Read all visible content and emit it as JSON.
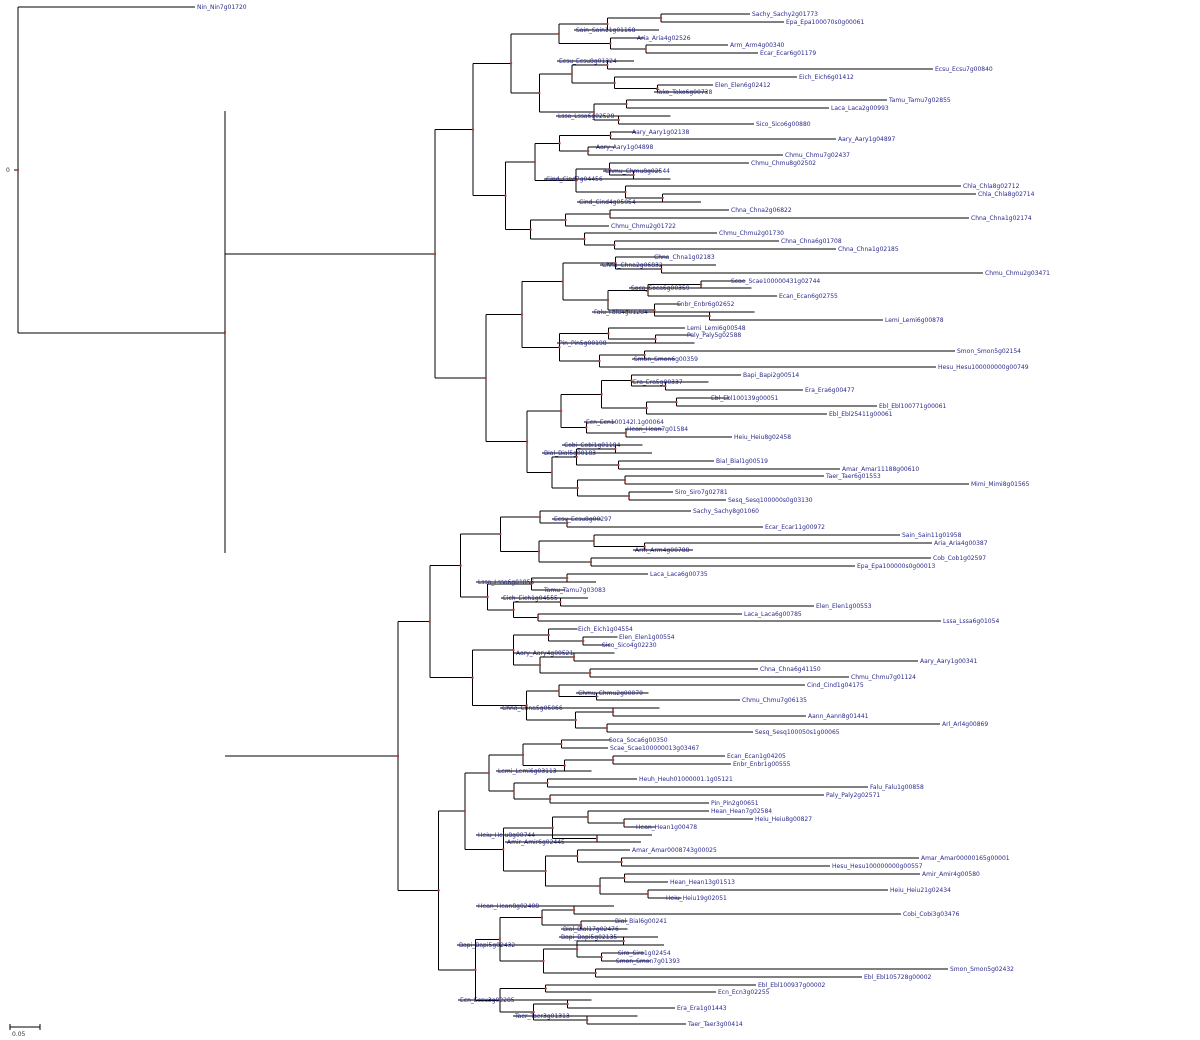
{
  "tree": {
    "root_label": "0",
    "scale_label": "0.05",
    "tips_top": [
      "Nin_Nin7g01720",
      "Sachy_Sachy2g01773",
      "Epa_Epa100070s0g00061",
      "Sain_Sain11g01168",
      "Aria_Aria4g02526",
      "Arm_Arm4g00340",
      "Ecar_Ecar6g01179",
      "Ecsu_Ecsu8g01324",
      "Ecsu_Ecsu7g00840",
      "Eich_Eich6g01412",
      "Elen_Elen6g02412",
      "Tako_Tako6g00738",
      "Tamu_Tamu7g02855",
      "Laca_Laca2g00993",
      "Lssa_Lssa6g02528",
      "Sico_Sico6g00880",
      "Aary_Aary1g02138",
      "Aary_Aary1g04897",
      "Aary_Aary1g04898",
      "Chmu_Chmu7g02437",
      "Chmu_Chmu8g02502",
      "Chmu_Chmu8g02544",
      "Cind_Cind7g04456",
      "Chla_Chla8g02712",
      "Chla_Chla8g02714",
      "Cind_Cind4g05054",
      "Chna_Chna2g06822",
      "Chna_Chna1g02174",
      "Chmu_Chmu2g01722",
      "Chmu_Chmu2g01730",
      "Chna_Chna6g01708",
      "Chna_Chna1g02185",
      "Chna_Chna1g02183",
      "Chna_Chna2g06832",
      "Chmu_Chmu2g03471",
      "Scae_Scae100000431g02744",
      "Soca_Soca6g00359",
      "Ecan_Ecan6g02755",
      "Enbr_Enbr6g02652",
      "Falu_Falu4g01284",
      "Lemi_Lemi6g00878",
      "Lemi_Lemi6g00548",
      "Paly_Paly5g02588",
      "Pin_Pin5g00198",
      "Smon_Smon5g02154",
      "Smon_Smon6g00359",
      "Hesu_Hesu100000000g00749",
      "Bapi_Bapi2g00514",
      "Era_Era5g00337",
      "Era_Era6g00477",
      "Ebl_Ebl100139g00051",
      "Ebl_Ebl100771g00061",
      "Ebl_Ebl25411g00061",
      "Ecn_Ecn100142l.1g00064",
      "Hean_Hean7g01584",
      "Heiu_Heiu8g02458",
      "Cobi_Cobi1g01184",
      "Bial_Bial5g00183",
      "Bial_Bial1g00519",
      "Amar_Amar11188g00610",
      "Taer_Taer6g01553",
      "Mimi_Mimi8g01565",
      "Siro_Siro7g02781",
      "Sesq_Sesq100000s0g03130"
    ],
    "tips_bottom": [
      "Sachy_Sachy8g01060",
      "Ecsu_Ecsu8g00297",
      "Ecar_Ecar11g00972",
      "Sain_Sain11g01958",
      "Aria_Aria4g00387",
      "Arm_Arm4g00788",
      "Cob_Cob1g02597",
      "Epa_Epa100000s0g00013",
      "Laca_Laca6g00735",
      "Lssa_Lssa6g01856",
      "Tamu_Tamu7g03083",
      "Eich_Eich1g04555",
      "Elen_Elen1g00553",
      "Laca_Laca6g00785",
      "Lssa_Lssa6g01054",
      "Eich_Eich1g04554",
      "Elen_Elen1g00554",
      "Sico_Sico4g02230",
      "Aary_Aary4g00521",
      "Aary_Aary1g00341",
      "Chna_Chna6g41150",
      "Chmu_Chmu7g01124",
      "Cind_Cind1g04175",
      "Chmu_Chmu2g00070",
      "Chmu_Chmu7g06135",
      "Chna_Chna5g05066",
      "Aann_Aann8g01441",
      "Arl_Arl4g00869",
      "Sesq_Sesq100050s1g00065",
      "Soca_Soca6g00350",
      "Scae_Scae100000013g03467",
      "Ecan_Ecan1g04205",
      "Enbr_Enbr1g00555",
      "Lemi_Lemi6g03113",
      "Heuh_Heuh01000001.1g05121",
      "Falu_Falu1g00858",
      "Paly_Paly2g02571",
      "Pin_Pin2g00651",
      "Hean_Hean7g02584",
      "Heiu_Heiu8g00827",
      "Hean_Hean1g00478",
      "Heiu_Heiu8g00744",
      "Amir_Amir6g02445",
      "Amar_Amar0008743g00025",
      "Amar_Amar00000165g00001",
      "Hesu_Hesu100000000g00557",
      "Amir_Amir4g00580",
      "Hean_Hean13g01513",
      "Heiu_Heiu21g02434",
      "Heiu_Heiu19g02051",
      "Hean_Hean8g02408",
      "Cobi_Cobi3g03476",
      "Bial_Bial6g00241",
      "Bial_Bial17g02476",
      "Bapi_Bapi5g02135",
      "Bapi_Bapi5g02432",
      "Siro_Siro1g02454",
      "Smon_Smon7g01393",
      "Smon_Smon5g02432",
      "Ebl_Ebl105728g00002",
      "Ebl_Ebl100937g00002",
      "Ecn_Ecn3g02255",
      "Ecn_Ecsu3g02285",
      "Era_Era1g01443",
      "Taer_Taer3g01313",
      "Taer_Taer3g00414"
    ]
  }
}
